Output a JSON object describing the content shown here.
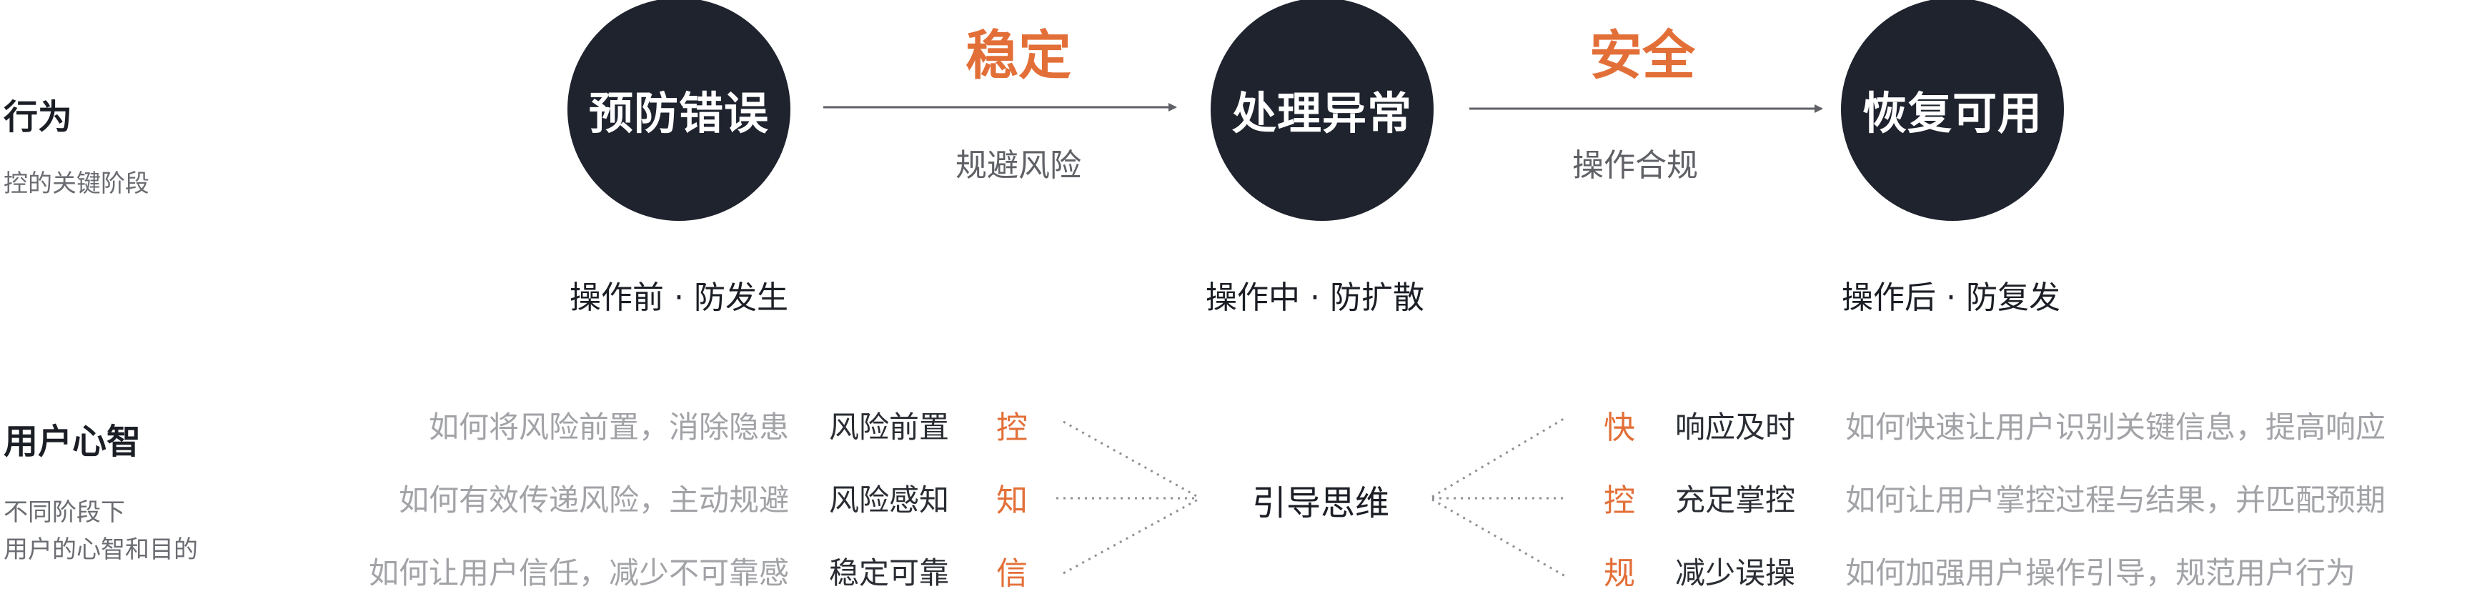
{
  "behavior": {
    "title": "行为",
    "subtitle": "控的关键阶段"
  },
  "flow": {
    "nodes": [
      "预防错误",
      "处理异常",
      "恢复可用"
    ],
    "links": [
      {
        "title": "稳定",
        "label": "规避风险"
      },
      {
        "title": "安全",
        "label": "操作合规"
      }
    ],
    "stages": [
      "操作前 · 防发生",
      "操作中 · 防扩散",
      "操作后 · 防复发"
    ]
  },
  "mind": {
    "title": "用户心智",
    "subtitle_line1": "不同阶段下",
    "subtitle_line2": "用户的心智和目的",
    "center": "引导思维",
    "left_rows": [
      {
        "question": "如何将风险前置，消除隐患",
        "name": "风险前置",
        "key": "控"
      },
      {
        "question": "如何有效传递风险，主动规避",
        "name": "风险感知",
        "key": "知"
      },
      {
        "question": "如何让用户信任，减少不可靠感",
        "name": "稳定可靠",
        "key": "信"
      }
    ],
    "right_rows": [
      {
        "key": "快",
        "name": "响应及时",
        "question": "如何快速让用户识别关键信息，提高响应"
      },
      {
        "key": "控",
        "name": "充足掌控",
        "question": "如何让用户掌控过程与结果，并匹配预期"
      },
      {
        "key": "规",
        "name": "减少误操",
        "question": "如何加强用户操作引导，规范用户行为"
      }
    ]
  },
  "colors": {
    "accent": "#e36f38",
    "node": "#1e232e",
    "muted": "#a2a3a7"
  }
}
